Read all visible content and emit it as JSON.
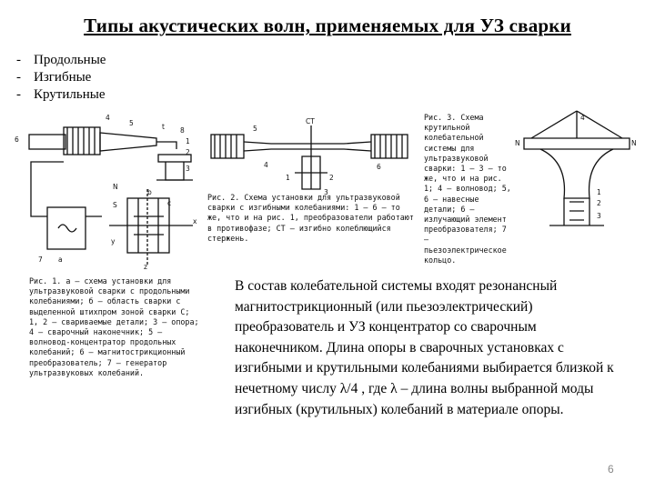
{
  "slide": {
    "title": "Типы акустических волн, применяемых для УЗ сварки",
    "bullets": [
      {
        "marker": "-",
        "text": "Продольные"
      },
      {
        "marker": "-",
        "text": "Изгибные"
      },
      {
        "marker": "-",
        "text": "Крутильные"
      }
    ],
    "figures": {
      "fig1": {
        "labels": [
          "4",
          "5",
          "1",
          "2",
          "3",
          "6",
          "7",
          "8",
          "N",
          "c",
          "t",
          "z",
          "x",
          "y",
          "S",
          "a",
          "b"
        ],
        "caption": "Рис. 1. а — схема установки для ультразвуковой сварки с продольными колебаниями; б — область сварки с выделенной штихпром зоной сварки С; 1, 2 — свариваемые детали; 3 — опора; 4 — сварочный наконечник; 5 — волновод-концентратор продольных колебаний; 6 — магнитострикционный преобразователь; 7 — генератор ультразвуковых колебаний."
      },
      "fig2": {
        "labels": [
          "СТ",
          "1",
          "2",
          "3",
          "4",
          "5",
          "6"
        ],
        "caption": "Рис. 2. Схема установки для ультразвуковой сварки с изгибными колебаниями: 1 — 6 — то же, что и на рис. 1, преобразователи работают в противофазе; СТ — изгибно колеблющийся стержень."
      },
      "fig3": {
        "caption": "Рис. 3. Схема крутильной колебательной системы для ультразвуковой сварки: 1 — 3 — то же, что и на рис. 1; 4 — волновод; 5, 6 — навесные детали; 6 — излучающий элемент преобразователя; 7 — пьезоэлектрическое кольцо."
      },
      "fig4": {
        "labels": [
          "N",
          "N",
          "1",
          "2",
          "3",
          "4"
        ]
      }
    },
    "body_text": "В состав колебательной системы входят резонансный магнитострикционный (или пьезоэлектрический) преобразователь и УЗ концентратор со сварочным наконечником. Длина опоры в сварочных установках с изгибными и крутильными колебаниями выбирается близкой к нечетному числу λ/4 , где λ – длина волны выбранной моды изгибных (крутильных) колебаний в материале опоры.",
    "page_number": "6"
  }
}
